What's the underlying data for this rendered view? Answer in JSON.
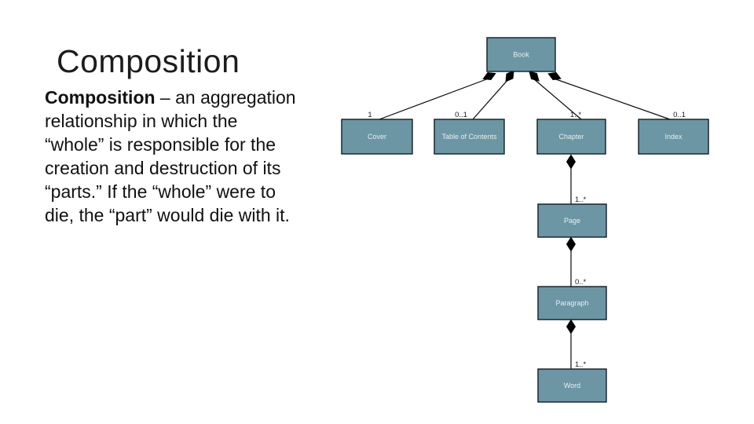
{
  "slide": {
    "title": "Composition",
    "body": {
      "bold_lead": "Composition",
      "line1_rest": " – an aggregation",
      "lines": [
        "relationship in which the",
        "“whole” is responsible for the",
        "creation and destruction of its",
        "“parts.” If the “whole” were to",
        "die, the “part” would die with it."
      ]
    }
  },
  "diagram": {
    "type": "uml-class-composition-diagram",
    "box_fill": "#6C96A4",
    "box_border": "#101C24",
    "connector_color": "#0A0A0A",
    "diamond_color": "#000000",
    "classes": [
      {
        "name": "Book"
      },
      {
        "name": "Cover"
      },
      {
        "name": "Table of Contents"
      },
      {
        "name": "Chapter"
      },
      {
        "name": "Index"
      },
      {
        "name": "Page"
      },
      {
        "name": "Paragraph"
      },
      {
        "name": "Word"
      }
    ],
    "relations": [
      {
        "from": "Book",
        "to": "Cover",
        "multiplicity": "1"
      },
      {
        "from": "Book",
        "to": "Table of Contents",
        "multiplicity": "0..1"
      },
      {
        "from": "Book",
        "to": "Chapter",
        "multiplicity": "1..*"
      },
      {
        "from": "Book",
        "to": "Index",
        "multiplicity": "0..1"
      },
      {
        "from": "Chapter",
        "to": "Page",
        "multiplicity": "1..*"
      },
      {
        "from": "Page",
        "to": "Paragraph",
        "multiplicity": "0..*"
      },
      {
        "from": "Paragraph",
        "to": "Word",
        "multiplicity": "1..*"
      }
    ]
  }
}
